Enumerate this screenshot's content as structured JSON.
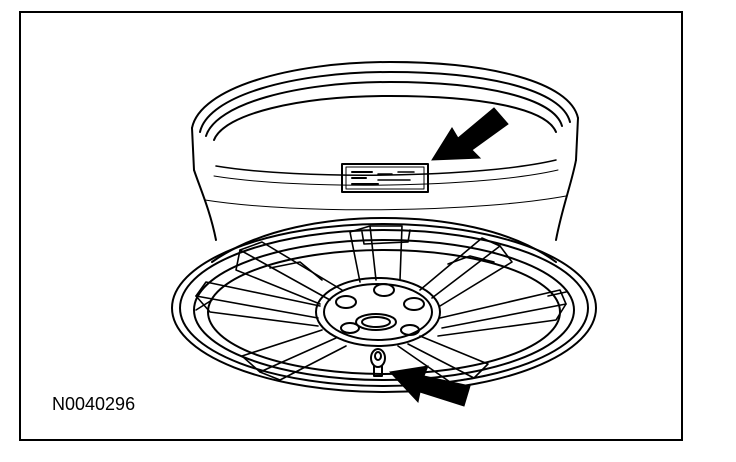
{
  "figure": {
    "id": "N0040296",
    "ink_color": "#000000",
    "background": "#ffffff"
  },
  "icons": {
    "wheel": "alloy-wheel-drawing",
    "label": "tire-pressure-label",
    "valve": "tpms-valve-stem",
    "arrows": "pointer-arrow"
  }
}
